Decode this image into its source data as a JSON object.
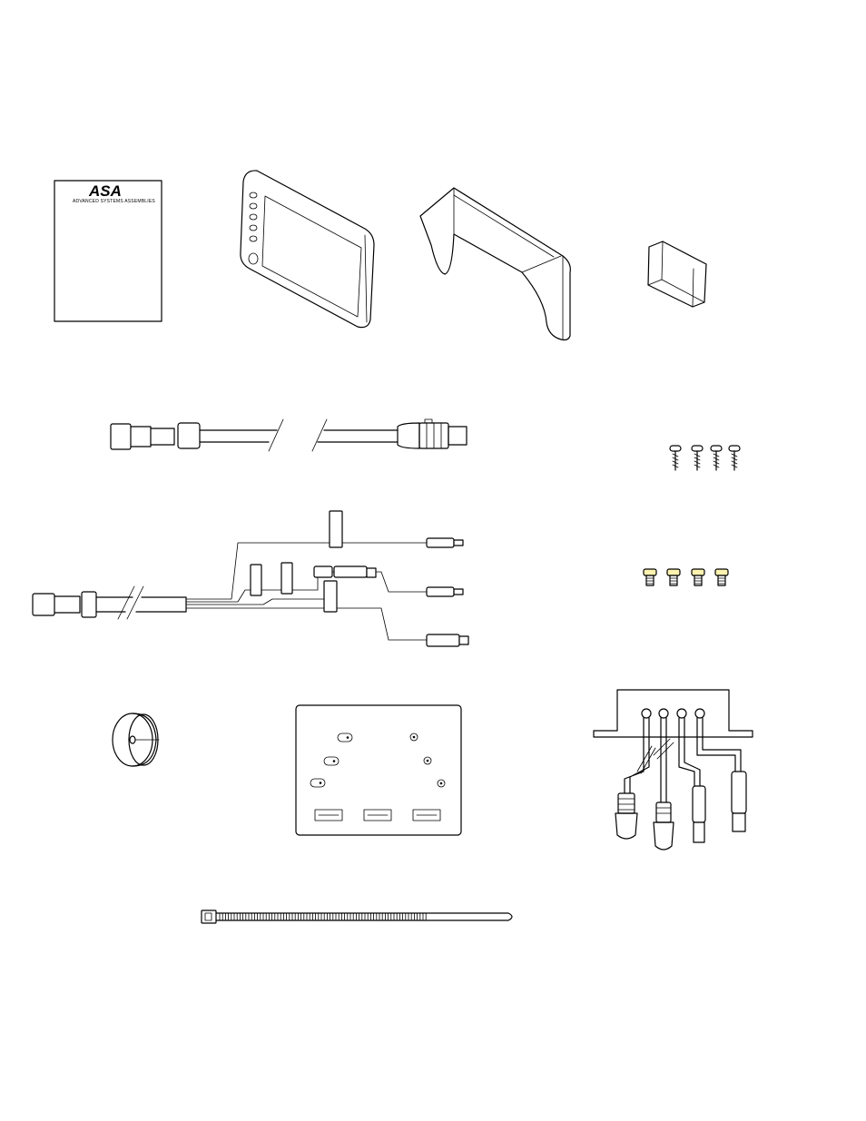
{
  "manual": {
    "logo": "ASA",
    "tagline": "ADVANCED SYSTEMS ASSEMBLIES"
  },
  "parts": [
    {
      "id": "manual",
      "icon": "manual-booklet-icon"
    },
    {
      "id": "monitor",
      "icon": "monitor-icon"
    },
    {
      "id": "sun-shade",
      "icon": "sun-shade-icon"
    },
    {
      "id": "adhesive-pad",
      "icon": "adhesive-pad-icon"
    },
    {
      "id": "extension-cable",
      "icon": "extension-cable-icon"
    },
    {
      "id": "phillips-screws",
      "icon": "phillips-screw-icon",
      "count": 4
    },
    {
      "id": "wiring-harness",
      "icon": "wiring-harness-icon"
    },
    {
      "id": "short-screws",
      "icon": "short-screw-icon",
      "count": 4
    },
    {
      "id": "grommet",
      "icon": "grommet-icon"
    },
    {
      "id": "mounting-plate",
      "icon": "mounting-plate-icon"
    },
    {
      "id": "connector-bracket",
      "icon": "connector-bracket-icon"
    },
    {
      "id": "cable-tie",
      "icon": "cable-tie-icon"
    }
  ]
}
